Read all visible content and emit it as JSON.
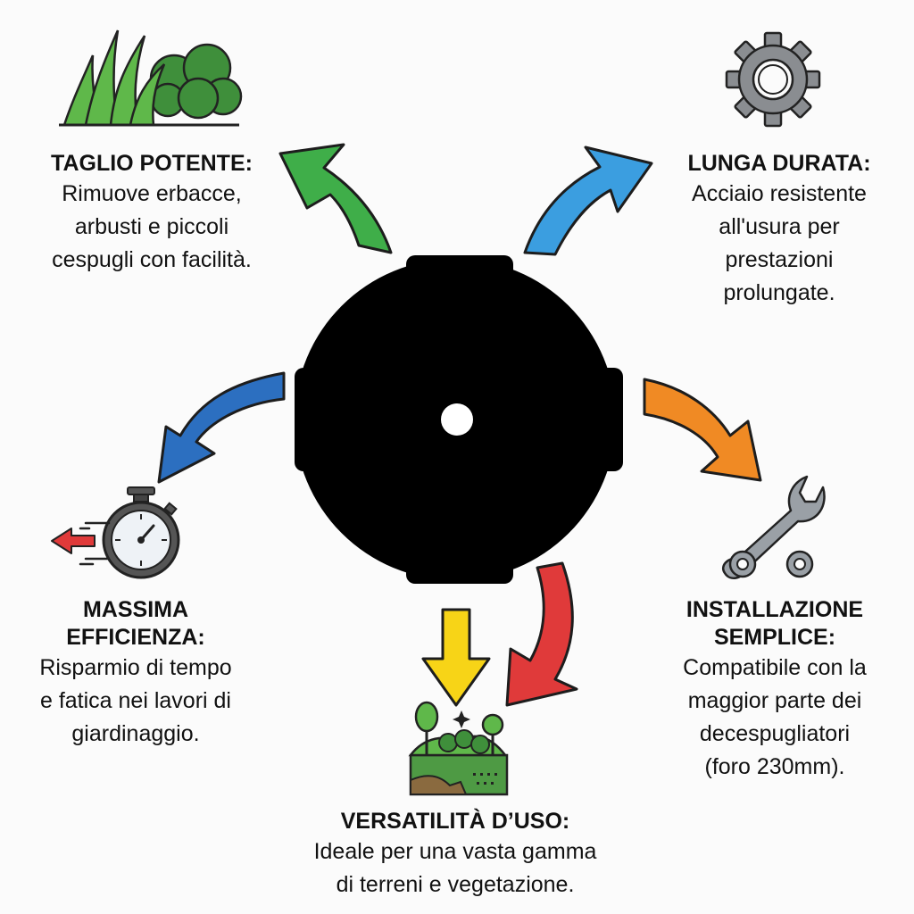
{
  "colors": {
    "background": "#fbfbfb",
    "disc": "#000000",
    "outline": "#2b2b2b",
    "arrow_green": "#3fae49",
    "arrow_light_blue": "#3b9ee0",
    "arrow_orange": "#f08a24",
    "arrow_red": "#e03a3a",
    "arrow_yellow": "#f7d417",
    "arrow_dark_blue": "#2c6fc0",
    "gear_gray": "#8a8d91"
  },
  "center": {
    "icon": "four-blade-trimmer-disc-icon"
  },
  "features": [
    {
      "id": "taglio",
      "icon": "grass-and-bush-icon",
      "arrow_color": "green",
      "title": "TAGLIO POTENTE:",
      "description": [
        "Rimuove erbacce,",
        "arbusti e piccoli",
        "cespugli con facilità."
      ]
    },
    {
      "id": "lunga",
      "icon": "gear-icon",
      "arrow_color": "light-blue",
      "title": "LUNGA DURATA:",
      "description": [
        "Acciaio resistente",
        "all'usura per",
        "prestazioni",
        "prolungate."
      ]
    },
    {
      "id": "massima",
      "icon": "stopwatch-icon",
      "arrow_color": "dark-blue",
      "title": [
        "MASSIMA",
        "EFFICIENZA:"
      ],
      "description": [
        "Risparmio di tempo",
        "e fatica nei lavori di",
        "giardinaggio."
      ]
    },
    {
      "id": "installazione",
      "icon": "wrench-and-washer-icon",
      "arrow_color": "orange",
      "title": [
        "INSTALLAZIONE",
        "SEMPLICE:"
      ],
      "description": [
        "Compatibile con la",
        "maggior parte dei",
        "decespugliatori",
        "(foro 230mm)."
      ]
    },
    {
      "id": "versatilita",
      "icon": "terrain-landscape-icon",
      "arrow_color": "yellow-and-red",
      "title": "VERSATILITÀ D’USO:",
      "description": [
        "Ideale per una vasta gamma",
        "di terreni e vegetazione."
      ]
    }
  ]
}
